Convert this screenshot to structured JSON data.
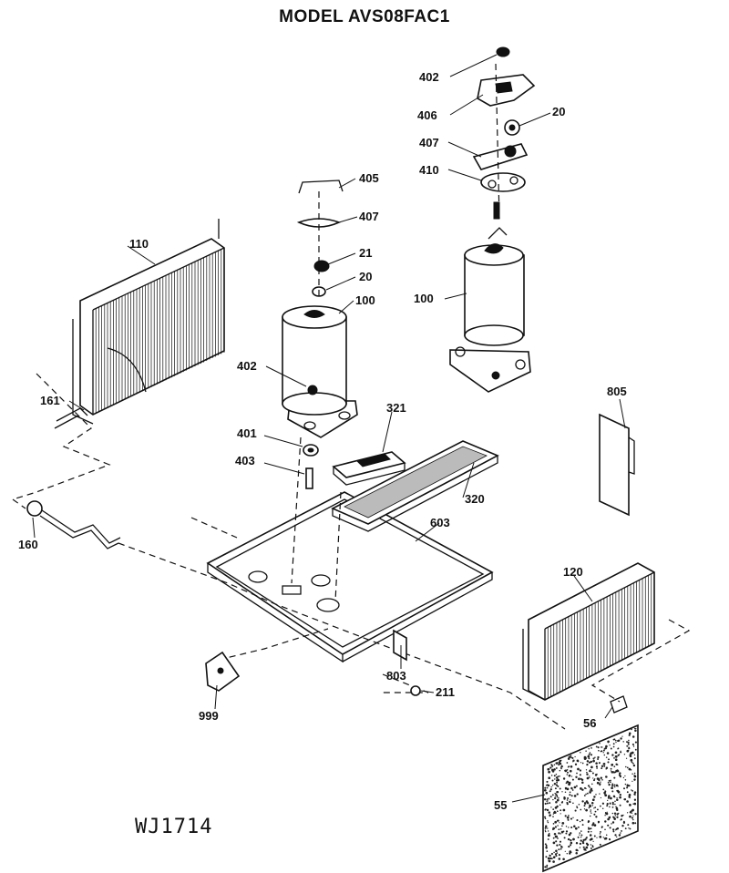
{
  "title": "MODEL AVS08FAC1",
  "reference": "WJ1714",
  "parts": [
    {
      "label": "402"
    },
    {
      "label": "406"
    },
    {
      "label": "20"
    },
    {
      "label": "407"
    },
    {
      "label": "410"
    },
    {
      "label": "405"
    },
    {
      "label": "407"
    },
    {
      "label": "110"
    },
    {
      "label": "21"
    },
    {
      "label": "20"
    },
    {
      "label": "100"
    },
    {
      "label": "100"
    },
    {
      "label": "402"
    },
    {
      "label": "161"
    },
    {
      "label": "321"
    },
    {
      "label": "401"
    },
    {
      "label": "805"
    },
    {
      "label": "403"
    },
    {
      "label": "320"
    },
    {
      "label": "603"
    },
    {
      "label": "160"
    },
    {
      "label": "120"
    },
    {
      "label": "803"
    },
    {
      "label": "211"
    },
    {
      "label": "999"
    },
    {
      "label": "56"
    },
    {
      "label": "55"
    }
  ]
}
